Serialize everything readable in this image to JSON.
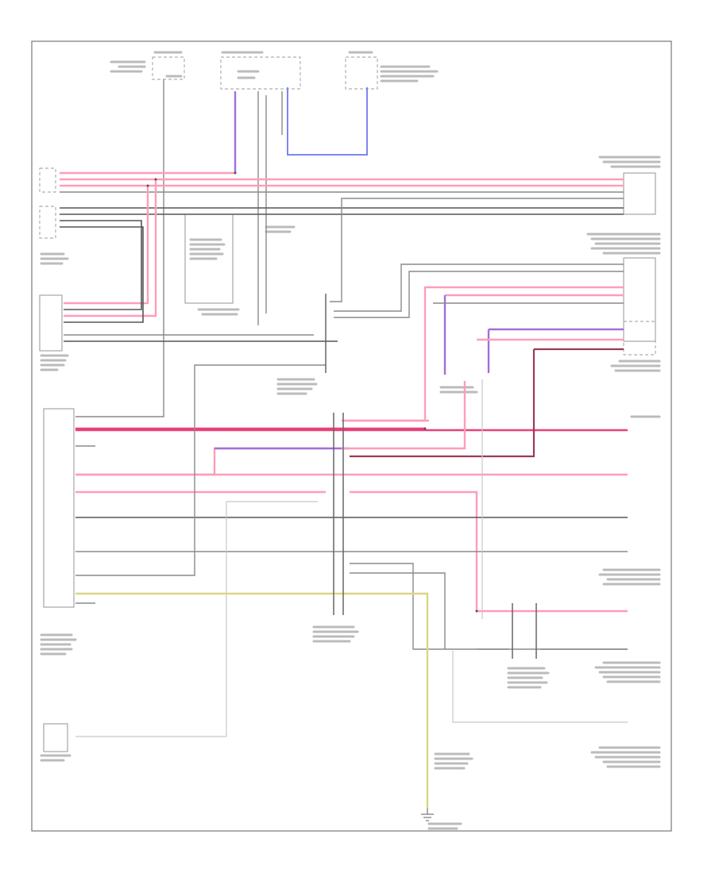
{
  "diagram": {
    "components": [
      {
        "id": "ignition-switch"
      },
      {
        "id": "steering-angle-sensor"
      },
      {
        "id": "fuse-relay-box"
      },
      {
        "id": "passenger-junction"
      },
      {
        "id": "abs-module"
      },
      {
        "id": "multiplex-module"
      },
      {
        "id": "junction-connector"
      },
      {
        "id": "combination-meter"
      },
      {
        "id": "vsa-modulator"
      },
      {
        "id": "yaw-rate-sensor"
      },
      {
        "id": "brake-switch"
      },
      {
        "id": "transmission-range"
      },
      {
        "id": "ground"
      }
    ]
  }
}
